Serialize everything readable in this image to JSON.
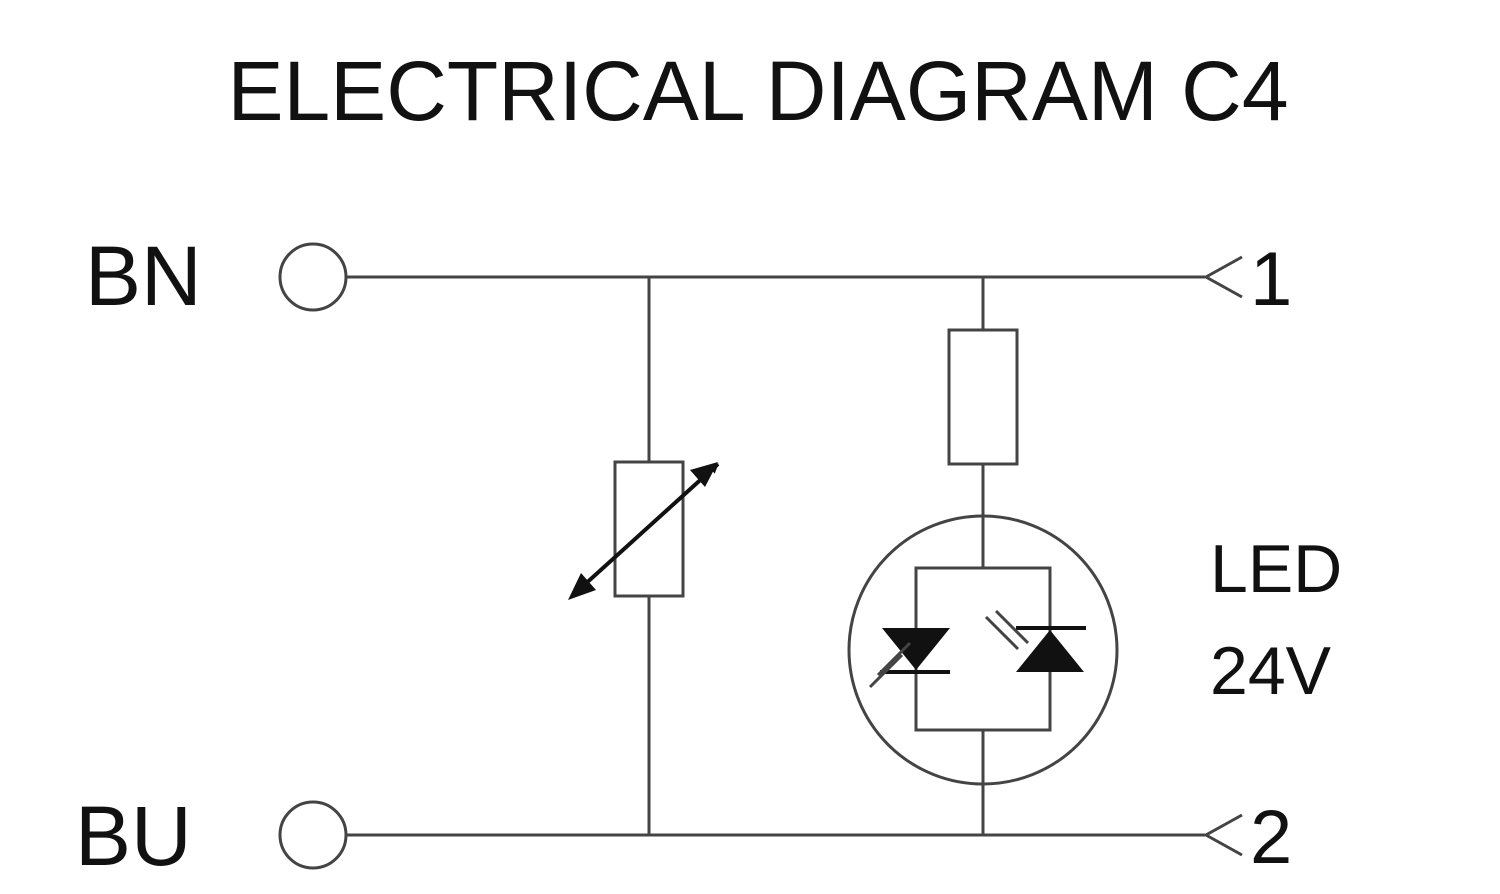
{
  "title": "ELECTRICAL DIAGRAM C4",
  "terminals": {
    "top": {
      "label": "BN",
      "pin": "1"
    },
    "bottom": {
      "label": "BU",
      "pin": "2"
    }
  },
  "led": {
    "label": "LED",
    "voltage": "24V"
  },
  "components": [
    "varistor",
    "resistor",
    "bidirectional-led"
  ],
  "colors": {
    "line": "#444444",
    "text": "#111111",
    "background": "#ffffff"
  }
}
